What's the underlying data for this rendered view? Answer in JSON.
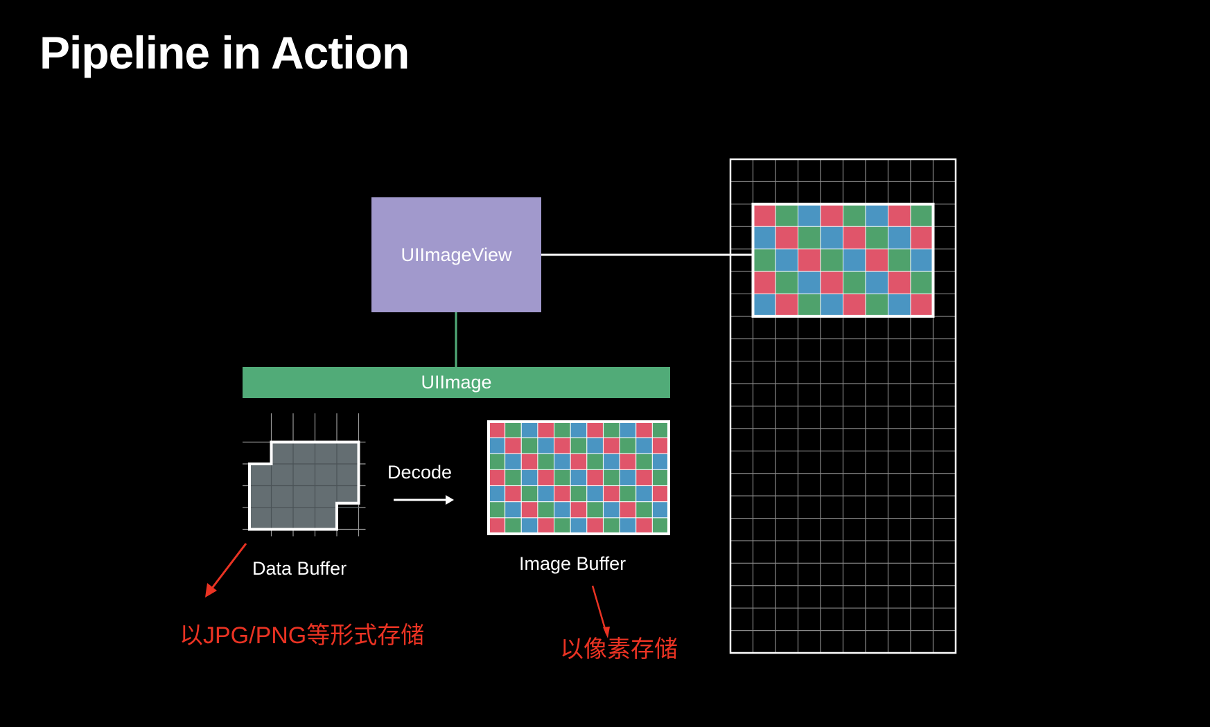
{
  "slide": {
    "title": "Pipeline in Action"
  },
  "diagram": {
    "view_label": "UIImageView",
    "image_label": "UIImage",
    "decode_label": "Decode",
    "data_buffer_label": "Data Buffer",
    "image_buffer_label": "Image Buffer"
  },
  "annotations": {
    "data_buffer_note": "以JPG/PNG等形式存储",
    "image_buffer_note": "以像素存储"
  },
  "colors": {
    "view_box": "#a199cc",
    "image_bar": "#51ab78",
    "pixel_red": "#e0556a",
    "pixel_green": "#4fa26c",
    "pixel_blue": "#4a95c2",
    "data_buffer_fill": "#646e72",
    "annotation": "#ea3323"
  }
}
